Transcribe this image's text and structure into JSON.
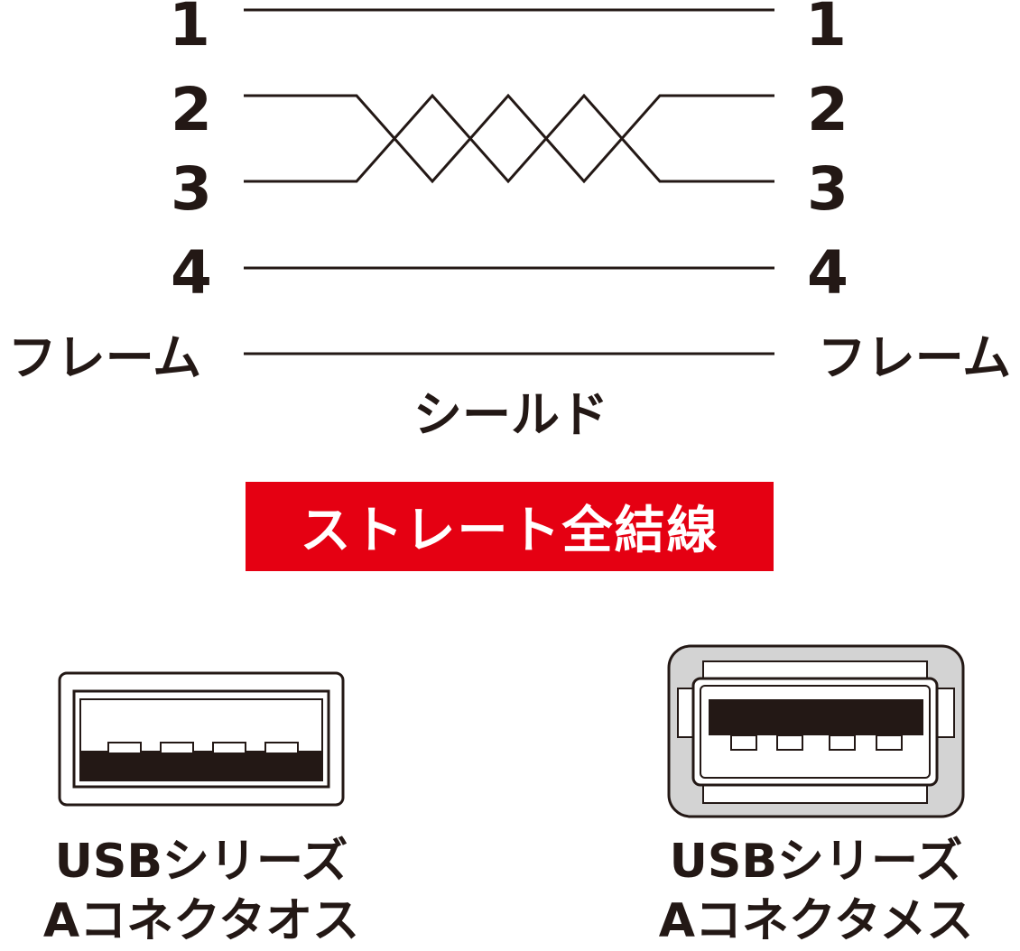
{
  "wiring": {
    "pins": [
      {
        "left": "1",
        "right": "1"
      },
      {
        "left": "2",
        "right": "2"
      },
      {
        "left": "3",
        "right": "3"
      },
      {
        "left": "4",
        "right": "4"
      },
      {
        "left": "フレーム",
        "right": "フレーム"
      }
    ],
    "shield_label": "シールド",
    "twisted_pair": [
      "2",
      "3"
    ]
  },
  "banner": {
    "text": "ストレート全結線",
    "color": "#e50012"
  },
  "connectors": {
    "male": {
      "line1": "USBシリーズ",
      "line2": "Aコネクタオス",
      "icon": "usb-a-plug-icon"
    },
    "female": {
      "line1": "USBシリーズ",
      "line2": "Aコネクタメス",
      "icon": "usb-a-receptacle-icon"
    }
  }
}
